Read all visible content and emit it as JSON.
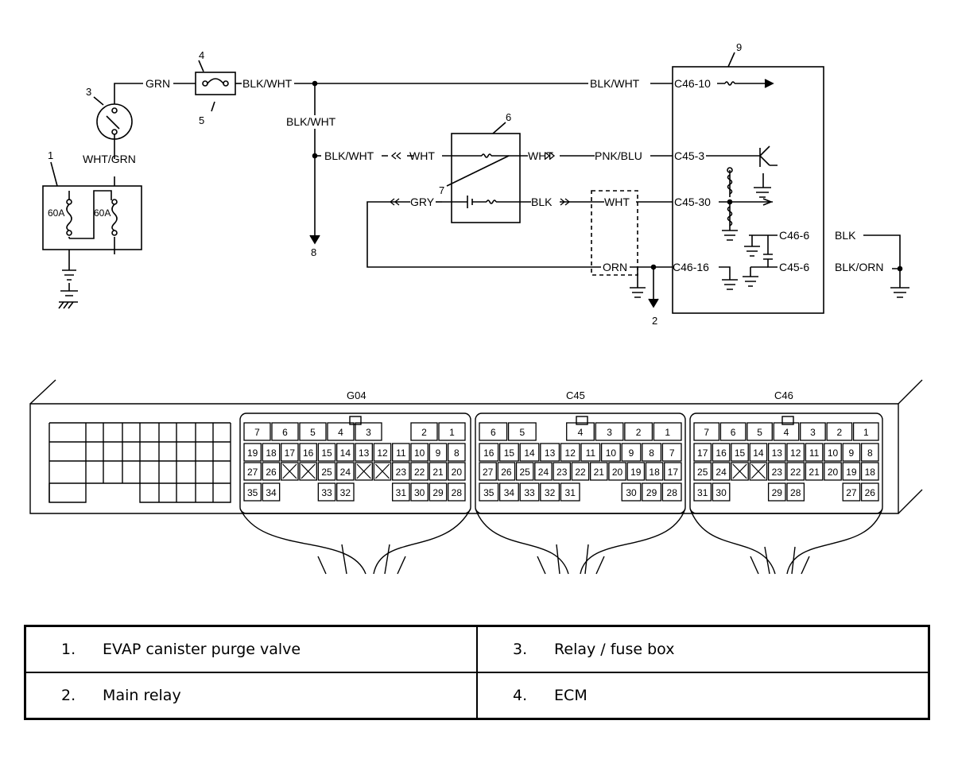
{
  "schematic": {
    "component_numbers": [
      "1",
      "2",
      "3",
      "4",
      "5",
      "6",
      "7",
      "8",
      "9"
    ],
    "wires": {
      "grn": "GRN",
      "blk_wht": "BLK/WHT",
      "wht_grn": "WHT/GRN",
      "wht": "WHT",
      "pnk_blu": "PNK/BLU",
      "gry": "GRY",
      "blk": "BLK",
      "orn": "ORN",
      "blk_orn": "BLK/ORN"
    },
    "fuses": [
      "60A",
      "60A"
    ],
    "pins": {
      "c46_10": "C46-10",
      "c45_3": "C45-3",
      "c45_30": "C45-30",
      "c46_16": "C46-16",
      "c46_6": "C46-6",
      "c45_6": "C45-6"
    }
  },
  "connectors": {
    "titles": [
      "G04",
      "C45",
      "C46"
    ],
    "g04": {
      "row1": [
        "7",
        "6",
        "5",
        "4",
        "3",
        "",
        "2",
        "1"
      ],
      "row2": [
        "19",
        "18",
        "17",
        "16",
        "15",
        "14",
        "13",
        "12",
        "11",
        "10",
        "9",
        "8"
      ],
      "row3": [
        "27",
        "26",
        "X",
        "X",
        "25",
        "24",
        "X",
        "X",
        "23",
        "22",
        "21",
        "20"
      ],
      "row4": [
        "35",
        "34",
        "",
        "",
        "33",
        "32",
        "",
        "",
        "31",
        "30",
        "29",
        "28"
      ]
    },
    "c45": {
      "row1": [
        "6",
        "5",
        "",
        "4",
        "3",
        "2",
        "1"
      ],
      "row2": [
        "16",
        "15",
        "14",
        "13",
        "12",
        "11",
        "10",
        "9",
        "8",
        "7"
      ],
      "row3": [
        "27",
        "26",
        "25",
        "24",
        "23",
        "22",
        "21",
        "20",
        "19",
        "18",
        "17"
      ],
      "row4": [
        "35",
        "34",
        "33",
        "32",
        "31",
        "",
        "",
        "30",
        "29",
        "28"
      ]
    },
    "c46": {
      "row1": [
        "7",
        "6",
        "5",
        "4",
        "3",
        "2",
        "1"
      ],
      "row2": [
        "17",
        "16",
        "15",
        "14",
        "13",
        "12",
        "11",
        "10",
        "9",
        "8"
      ],
      "row3": [
        "25",
        "24",
        "X",
        "X",
        "23",
        "22",
        "21",
        "20",
        "19",
        "18"
      ],
      "row4": [
        "31",
        "30",
        "",
        "",
        "29",
        "28",
        "",
        "",
        "27",
        "26"
      ]
    }
  },
  "legend": [
    {
      "num": "1.",
      "label": "EVAP canister purge valve"
    },
    {
      "num": "3.",
      "label": "Relay / fuse box"
    },
    {
      "num": "2.",
      "label": "Main relay"
    },
    {
      "num": "4.",
      "label": "ECM"
    }
  ]
}
